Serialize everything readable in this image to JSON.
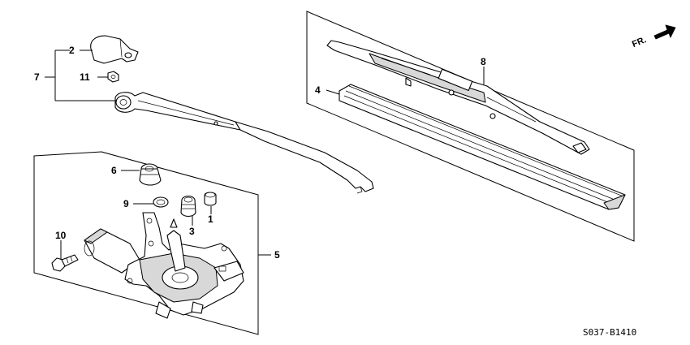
{
  "diagram": {
    "callouts": [
      {
        "id": "1",
        "label": "1"
      },
      {
        "id": "2",
        "label": "2"
      },
      {
        "id": "3",
        "label": "3"
      },
      {
        "id": "4",
        "label": "4"
      },
      {
        "id": "5",
        "label": "5"
      },
      {
        "id": "6",
        "label": "6"
      },
      {
        "id": "7",
        "label": "7"
      },
      {
        "id": "8",
        "label": "8"
      },
      {
        "id": "9",
        "label": "9"
      },
      {
        "id": "10",
        "label": "10"
      },
      {
        "id": "11",
        "label": "11"
      }
    ],
    "direction_label": "FR.",
    "diagram_code": "S037-B1410"
  }
}
